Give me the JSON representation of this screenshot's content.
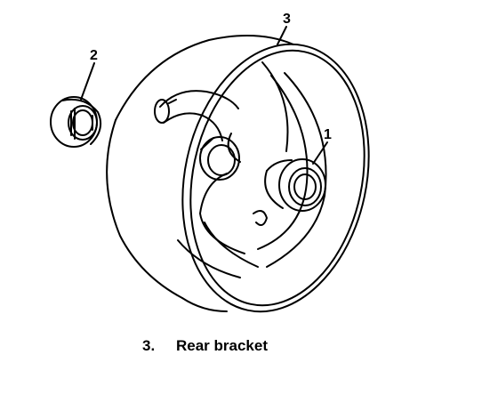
{
  "diagram": {
    "callouts": {
      "item_1": "1",
      "item_2": "2",
      "item_3": "3"
    }
  },
  "caption": {
    "number": "3.",
    "text": "Rear bracket"
  }
}
